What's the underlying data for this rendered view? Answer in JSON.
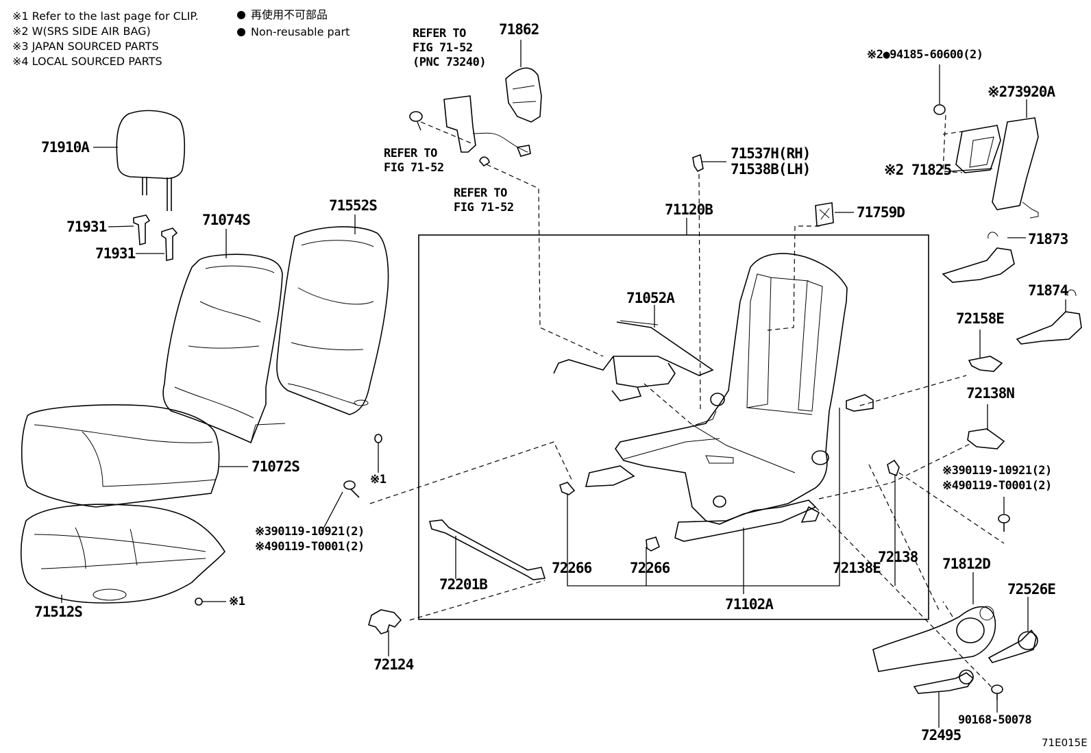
{
  "notes": {
    "n1": "※1  Refer to the last page for CLIP.",
    "n2": "※2  W(SRS SIDE AIR BAG)",
    "n3": "※3  JAPAN SOURCED PARTS",
    "n4": "※4  LOCAL SOURCED PARTS"
  },
  "legend": {
    "jp": "再使用不可部品",
    "en": "Non-reusable part"
  },
  "refs": {
    "r1_l1": "REFER TO",
    "r1_l2": "FIG 71-52",
    "r1_l3": "(PNC 73240)",
    "r2_l1": "REFER TO",
    "r2_l2": "FIG 71-52",
    "r3_l1": "REFER TO",
    "r3_l2": "FIG 71-52"
  },
  "parts": {
    "p71910A": "71910A",
    "p71931a": "71931",
    "p71931b": "71931",
    "p71074S": "71074S",
    "p71552S": "71552S",
    "p71072S": "71072S",
    "p71512S": "71512S",
    "p71862": "71862",
    "p71537H": "71537H(RH)",
    "p71538B": "71538B(LH)",
    "p71120B": "71120B",
    "p71759D": "71759D",
    "p71052A": "71052A",
    "p72201B": "72201B",
    "p72266a": "72266",
    "p72266b": "72266",
    "p72138E": "72138E",
    "p72138": "72138",
    "p71102A": "71102A",
    "p72124": "72124",
    "p94185": "※2●94185-60600(2)",
    "p73920A": "※273920A",
    "p71825": "※2 71825",
    "p71873": "71873",
    "p71874": "71874",
    "p72158E": "72158E",
    "p72138N": "72138N",
    "p90119a": "※390119-10921(2)",
    "p90119b": "※490119-T0001(2)",
    "p90119c": "※390119-10921(2)",
    "p90119d": "※490119-T0001(2)",
    "p71812D": "71812D",
    "p72526E": "72526E",
    "p72495": "72495",
    "p90168": "90168-50078",
    "clip1": "※1",
    "clip2": "※1"
  },
  "footer": "71E015E"
}
